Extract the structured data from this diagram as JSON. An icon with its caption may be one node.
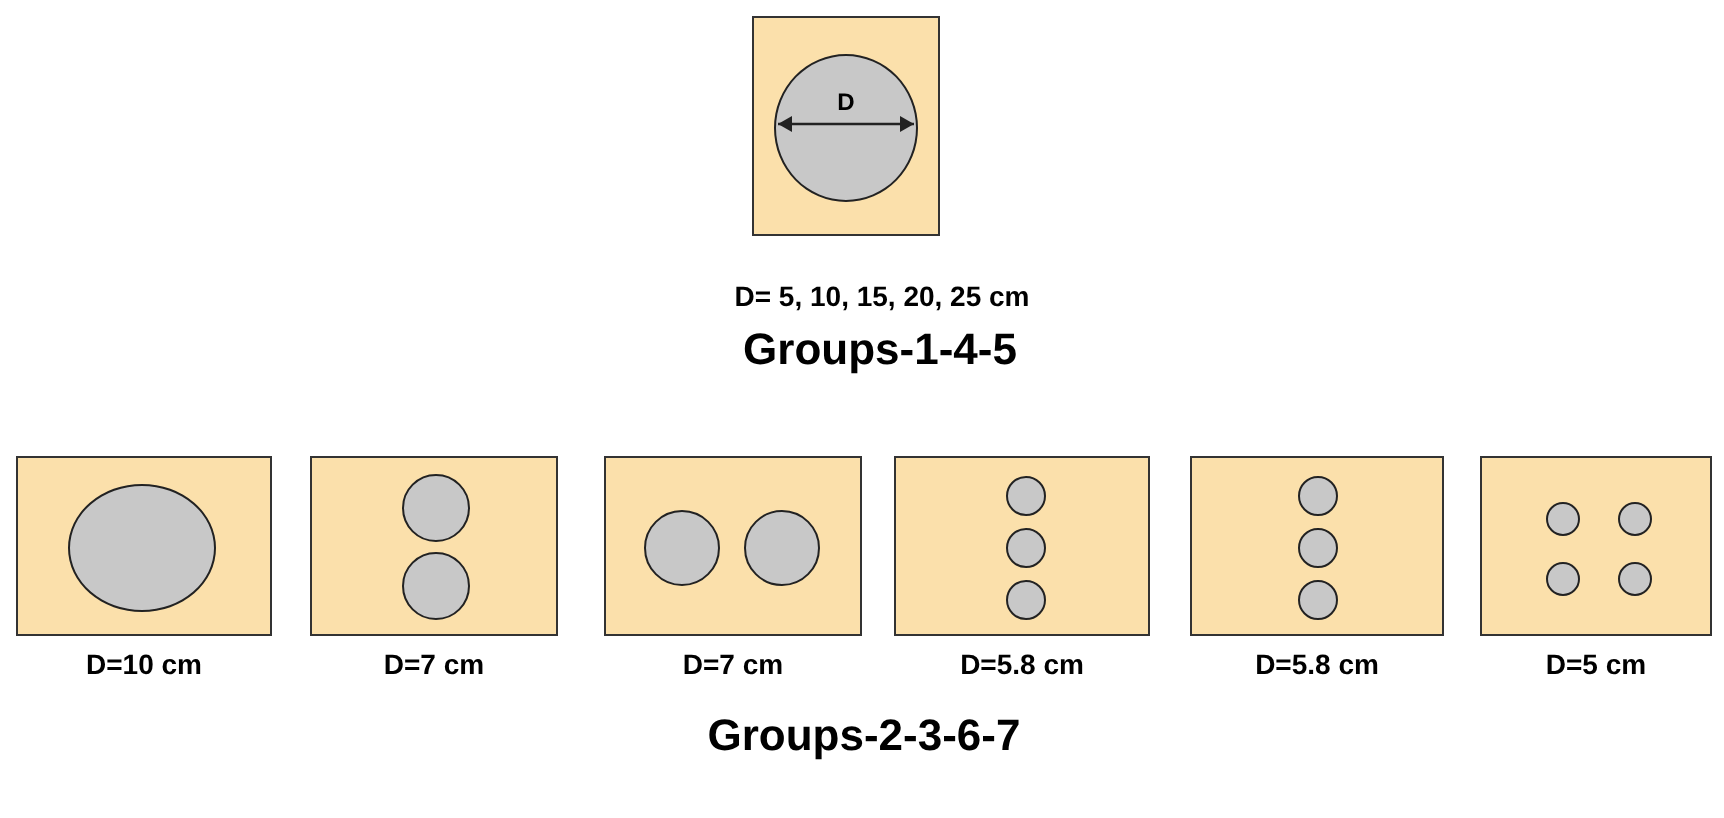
{
  "diagram": {
    "nodes": [
      {
        "text": [],
        "shape": "box",
        "beside": [
          "D= 5, 10, 15, 20, 25 cm"
        ]
      },
      {
        "text": [],
        "shape": "circle",
        "in": 0
      },
      {
        "text": [],
        "shape": "box",
        "beside": [
          "D=10 cm"
        ]
      },
      {
        "text": [],
        "shape": "circle",
        "in": 2
      },
      {
        "text": [],
        "shape": "box",
        "beside": [
          "D=7 cm"
        ]
      },
      {
        "text": [],
        "shape": "circle",
        "in": 4
      },
      {
        "text": [],
        "shape": "circle",
        "in": 4
      },
      {
        "text": [],
        "shape": "box",
        "beside": [
          "D=7 cm"
        ]
      },
      {
        "text": [],
        "shape": "circle",
        "in": 7
      },
      {
        "text": [],
        "shape": "circle",
        "in": 7
      },
      {
        "text": [],
        "shape": "box",
        "beside": [
          "D=5.8 cm"
        ]
      },
      {
        "text": [],
        "shape": "circle",
        "in": 10
      },
      {
        "text": [],
        "shape": "circle",
        "in": 10
      },
      {
        "text": [],
        "shape": "circle",
        "in": 10
      },
      {
        "text": [],
        "shape": "box",
        "beside": [
          "D=5.8 cm"
        ]
      },
      {
        "text": [],
        "shape": "circle",
        "in": 14
      },
      {
        "text": [],
        "shape": "circle",
        "in": 14
      },
      {
        "text": [],
        "shape": "circle",
        "in": 14
      },
      {
        "text": [],
        "shape": "box",
        "beside": [
          "D=5 cm"
        ]
      },
      {
        "text": [],
        "shape": "circle",
        "in": 18
      },
      {
        "text": [],
        "shape": "circle",
        "in": 18
      },
      {
        "text": [],
        "shape": "circle",
        "in": 18
      },
      {
        "text": [],
        "shape": "circle",
        "in": 18
      }
    ],
    "edges": [],
    "labels": [
      "D",
      "Groups-1-4-5",
      "Groups-2-3-6-7"
    ]
  }
}
